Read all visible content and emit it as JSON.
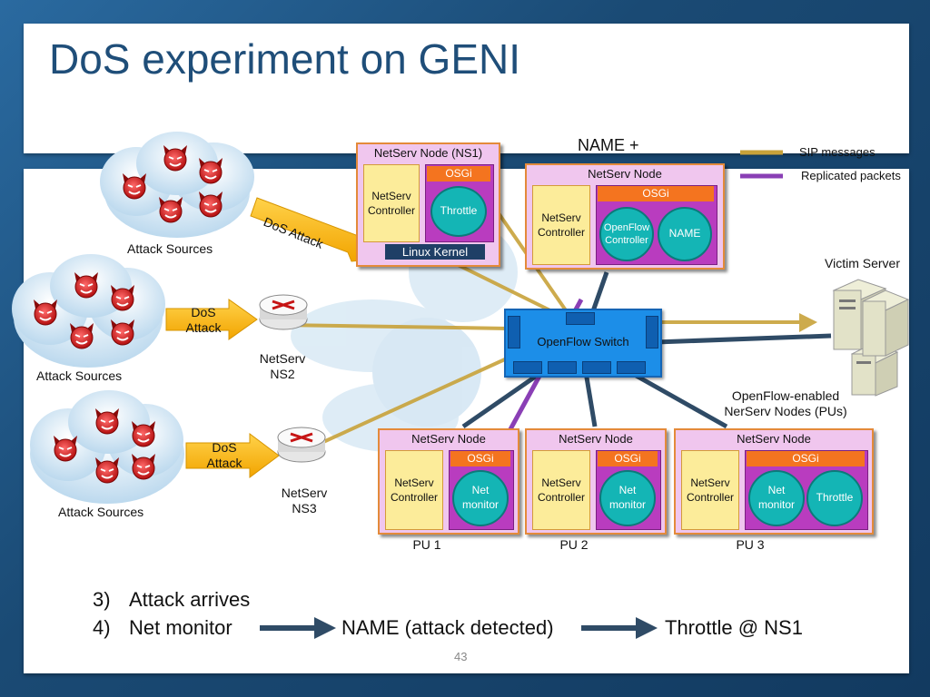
{
  "title": "DoS experiment on GENI",
  "legend": {
    "sip_label": "SIP messages",
    "replicated_label": "Replicated packets",
    "sip_color": "#c8a23a",
    "replicated_color": "#8a3fb5"
  },
  "name_plus": "NAME +",
  "ns1": {
    "header": "NetServ Node (NS1)",
    "osgi": "OSGi",
    "controller": "NetServ Controller",
    "throttle": "Throttle",
    "kernel": "Linux Kernel"
  },
  "name_node": {
    "header": "NetServ Node",
    "osgi": "OSGi",
    "controller": "NetServ Controller",
    "openflow_controller": "OpenFlow Controller",
    "name": "NAME"
  },
  "attack_sources": [
    {
      "label": "Attack Sources"
    },
    {
      "label": "Attack Sources"
    },
    {
      "label": "Attack Sources"
    }
  ],
  "dos_attack_top": "DoS Attack",
  "dos_attack_2": "DoS Attack",
  "dos_attack_3": "DoS Attack",
  "ns2_label": "NetServ NS2",
  "ns3_label": "NetServ NS3",
  "openflow_switch": "OpenFlow Switch",
  "victim_server": "Victim Server",
  "pus_label": "OpenFlow-enabled NerServ Nodes (PUs)",
  "pus": [
    {
      "header": "NetServ Node",
      "osgi": "OSGi",
      "controller": "NetServ Controller",
      "monitor": "Net monitor",
      "pu": "PU 1"
    },
    {
      "header": "NetServ Node",
      "osgi": "OSGi",
      "controller": "NetServ Controller",
      "monitor": "Net monitor",
      "pu": "PU 2"
    },
    {
      "header": "NetServ Node",
      "osgi": "OSGi",
      "controller": "NetServ Controller",
      "monitor": "Net monitor",
      "throttle": "Throttle",
      "pu": "PU 3"
    }
  ],
  "steps": [
    {
      "num": "3)",
      "text": "Attack arrives"
    },
    {
      "num": "4)",
      "text": "Net monitor",
      "mid": "NAME (attack detected)",
      "end": "Throttle @ NS1"
    }
  ],
  "page_number": "43",
  "icons": [
    "devil-icon",
    "router-icon",
    "server-icon",
    "cloud-icon",
    "arrow-icon"
  ]
}
